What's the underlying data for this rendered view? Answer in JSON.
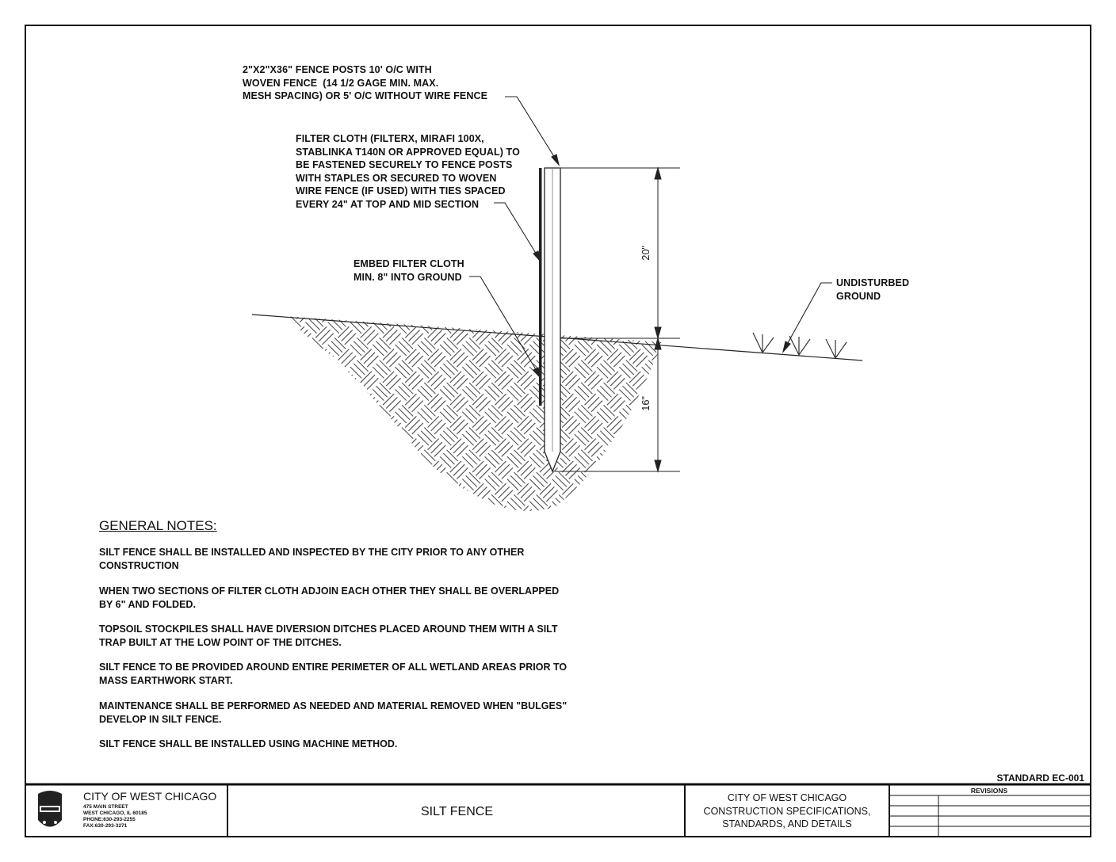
{
  "labels": {
    "fence_posts": "2\"X2\"X36\" FENCE POSTS 10' O/C WITH\nWOVEN FENCE  (14 1/2 GAGE MIN. MAX.\nMESH SPACING) OR 5' O/C WITHOUT WIRE FENCE",
    "filter_cloth": "FILTER CLOTH (FILTERX, MIRAFI 100X,\nSTABLINKA T140N OR APPROVED EQUAL) TO\nBE FASTENED SECURELY TO FENCE POSTS\nWITH STAPLES OR SECURED TO WOVEN\nWIRE FENCE (IF USED) WITH TIES SPACED\nEVERY 24\" AT TOP AND MID SECTION",
    "embed": "EMBED FILTER CLOTH\nMIN. 8\" INTO GROUND",
    "undisturbed": "UNDISTURBED\nGROUND",
    "dim_top": "20\"",
    "dim_bottom": "16\""
  },
  "general_notes": {
    "title": "GENERAL NOTES:",
    "items": [
      "SILT FENCE SHALL BE INSTALLED AND INSPECTED BY THE CITY PRIOR TO ANY OTHER CONSTRUCTION",
      "WHEN TWO SECTIONS OF FILTER CLOTH ADJOIN EACH OTHER THEY SHALL BE OVERLAPPED BY 6\" AND FOLDED.",
      "TOPSOIL STOCKPILES SHALL HAVE DIVERSION DITCHES PLACED AROUND THEM WITH A SILT TRAP BUILT AT THE LOW POINT OF THE DITCHES.",
      "SILT FENCE TO BE PROVIDED AROUND ENTIRE PERIMETER OF ALL WETLAND AREAS PRIOR TO MASS EARTHWORK START.",
      "MAINTENANCE SHALL BE PERFORMED AS NEEDED AND MATERIAL REMOVED WHEN \"BULGES\" DEVELOP IN SILT FENCE.",
      "SILT FENCE SHALL BE INSTALLED USING MACHINE METHOD."
    ]
  },
  "title_block": {
    "standard": "STANDARD EC-001",
    "city": "CITY OF WEST CHICAGO",
    "address_lines": [
      "475 MAIN STREET",
      "WEST CHICAGO, IL 60185",
      "PHONE:630-293-2255",
      "FAX:630-293-3271"
    ],
    "sheet_title": "SILT FENCE",
    "spec": "CITY OF WEST CHICAGO\nCONSTRUCTION SPECIFICATIONS,\nSTANDARDS, AND DETAILS",
    "revisions_header": "REVISIONS"
  }
}
